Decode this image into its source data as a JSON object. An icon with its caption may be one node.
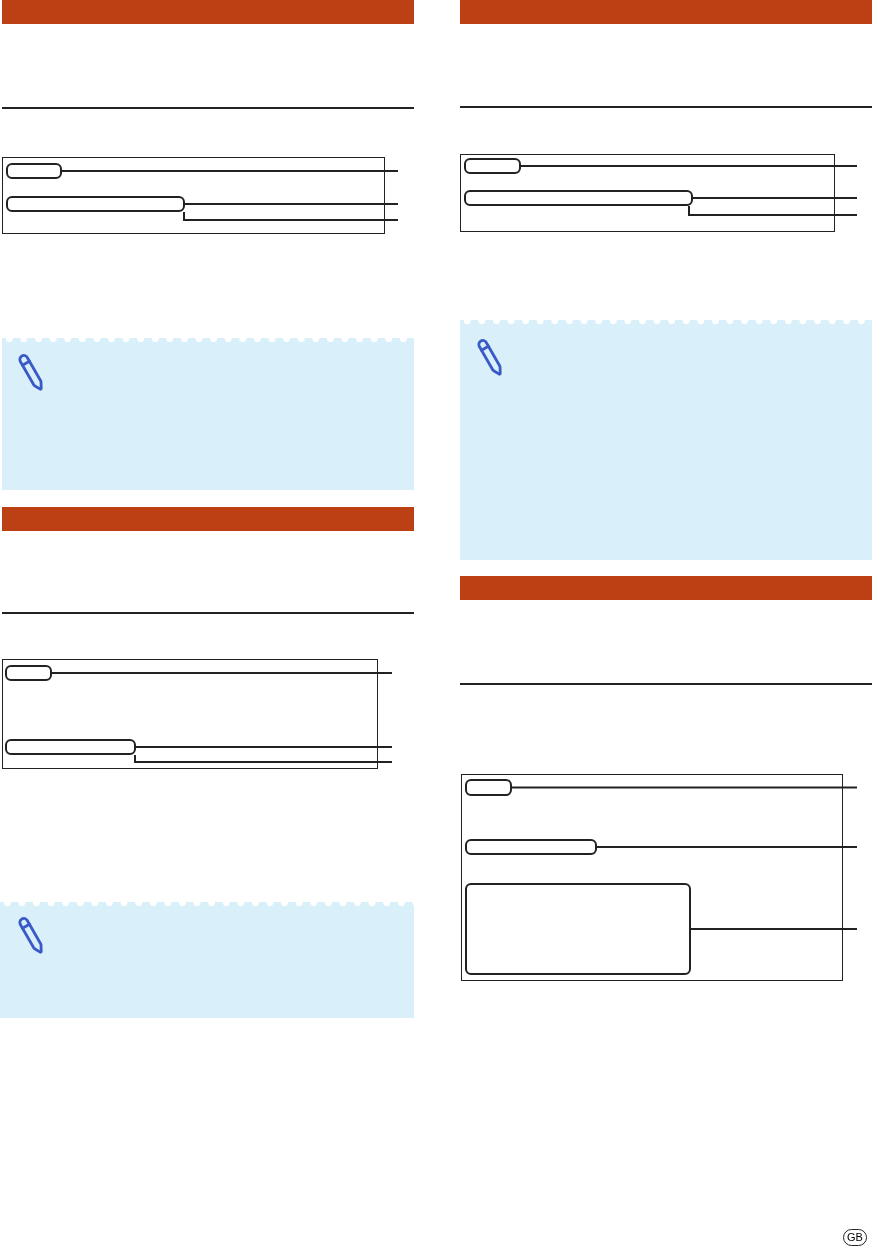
{
  "diagram": {
    "nodes": [
      {
        "text": [],
        "shape": "box"
      },
      {
        "text": [],
        "shape": "box",
        "in": 0
      },
      {
        "text": [],
        "shape": "box",
        "in": 0
      },
      {
        "text": [],
        "shape": "box"
      },
      {
        "text": [],
        "shape": "box",
        "in": 3
      },
      {
        "text": [],
        "shape": "box",
        "in": 3
      },
      {
        "text": [],
        "shape": "box"
      },
      {
        "text": [],
        "shape": "box",
        "in": 6
      },
      {
        "text": [],
        "shape": "box",
        "in": 6
      },
      {
        "text": [],
        "shape": "box"
      },
      {
        "text": [],
        "shape": "box",
        "in": 9
      },
      {
        "text": [],
        "shape": "box",
        "in": 9
      },
      {
        "text": [],
        "shape": "box",
        "in": 9
      }
    ],
    "edges": [
      {
        "from": 1,
        "to": null,
        "arrow": "none"
      },
      {
        "from": 2,
        "to": null,
        "arrow": "none"
      },
      {
        "from": 2,
        "to": null,
        "arrow": "none"
      },
      {
        "from": 4,
        "to": null,
        "arrow": "none"
      },
      {
        "from": 5,
        "to": null,
        "arrow": "none"
      },
      {
        "from": 5,
        "to": null,
        "arrow": "none"
      },
      {
        "from": 7,
        "to": null,
        "arrow": "none"
      },
      {
        "from": 8,
        "to": null,
        "arrow": "none"
      },
      {
        "from": 8,
        "to": null,
        "arrow": "none"
      },
      {
        "from": 10,
        "to": null,
        "arrow": "none"
      },
      {
        "from": 11,
        "to": null,
        "arrow": "none"
      },
      {
        "from": 12,
        "to": null,
        "arrow": "none"
      }
    ],
    "labels": [
      "GB"
    ]
  }
}
